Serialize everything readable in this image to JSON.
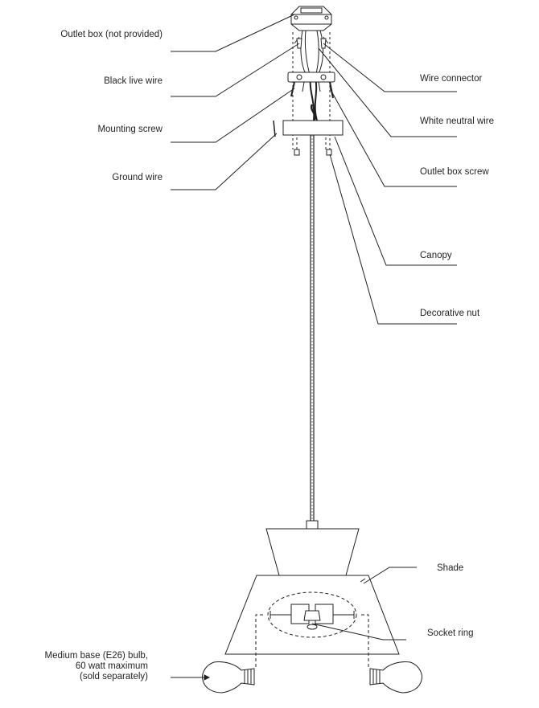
{
  "diagram": {
    "labels_left": {
      "outlet_box": "Outlet box (not provided)",
      "black_live_wire": "Black live wire",
      "mounting_screw": "Mounting screw",
      "ground_wire": "Ground wire",
      "bulb_line1": "Medium base (E26) bulb,",
      "bulb_line2": "60 watt maximum",
      "bulb_line3": "(sold separately)"
    },
    "labels_right": {
      "wire_connector": "Wire connector",
      "white_neutral_wire": "White neutral wire",
      "outlet_box_screw": "Outlet box screw",
      "canopy": "Canopy",
      "decorative_nut": "Decorative nut",
      "shade": "Shade",
      "socket_ring": "Socket ring"
    },
    "colors": {
      "ink": "#231f20",
      "background": "#ffffff"
    }
  }
}
